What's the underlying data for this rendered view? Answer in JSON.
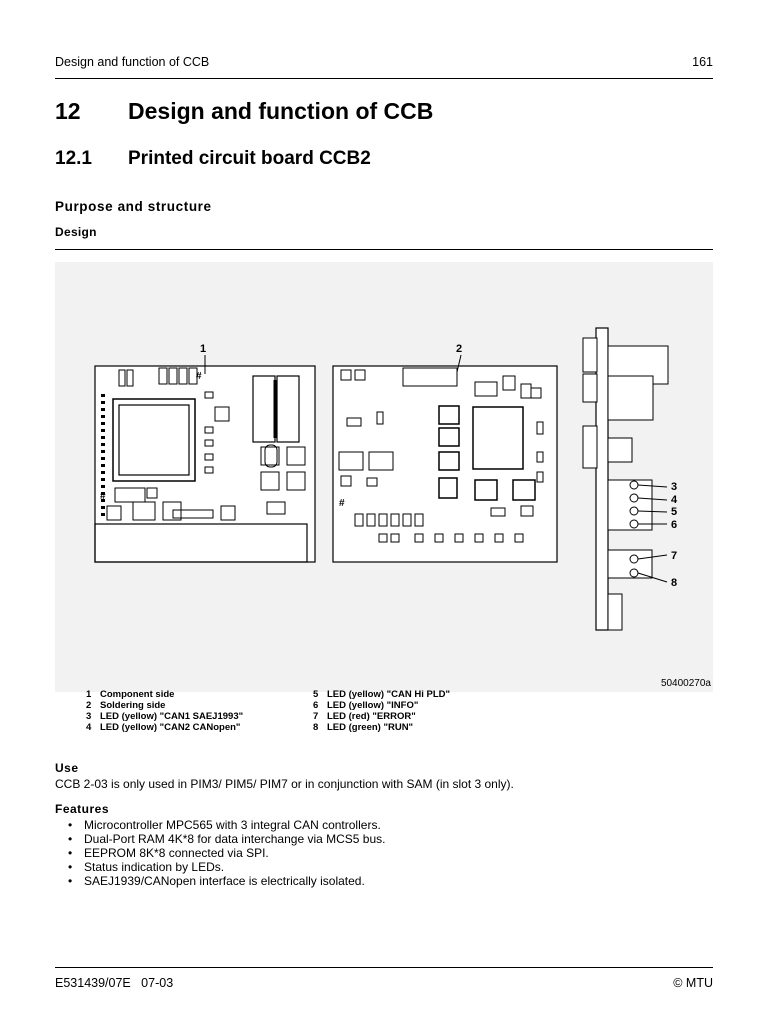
{
  "header": {
    "running_title": "Design and function of CCB",
    "page_number": "161"
  },
  "chapter": {
    "number": "12",
    "title": "Design and function of CCB"
  },
  "section": {
    "number": "12.1",
    "title": "Printed circuit board CCB2"
  },
  "subsection": "Purpose and structure",
  "subsubsection": "Design",
  "figure": {
    "callouts": [
      "1",
      "2",
      "3",
      "4",
      "5",
      "6",
      "7",
      "8"
    ],
    "figure_id": "50400270a",
    "legend": [
      {
        "num": "1",
        "text": "Component side"
      },
      {
        "num": "2",
        "text": "Soldering side"
      },
      {
        "num": "3",
        "text": "LED (yellow) \"CAN1 SAEJ1993\""
      },
      {
        "num": "4",
        "text": "LED (yellow) \"CAN2 CANopen\""
      },
      {
        "num": "5",
        "text": "LED (yellow) \"CAN Hi PLD\""
      },
      {
        "num": "6",
        "text": "LED (yellow) \"INFO\""
      },
      {
        "num": "7",
        "text": "LED (red) \"ERROR\""
      },
      {
        "num": "8",
        "text": "LED (green) \"RUN\""
      }
    ]
  },
  "use": {
    "title": "Use",
    "text": "CCB 2-03 is only used in PIM3/ PIM5/ PIM7 or in conjunction with SAM (in slot 3 only)."
  },
  "features": {
    "title": "Features",
    "items": [
      "Microcontroller MPC565 with 3 integral CAN controllers.",
      "Dual-Port RAM 4K*8 for data interchange via MCS5 bus.",
      "EEPROM 8K*8 connected via SPI.",
      "Status indication by LEDs.",
      "SAEJ1939/CANopen interface is electrically isolated."
    ]
  },
  "footer": {
    "doc_id": "E531439/07E   07-03",
    "copyright": "© MTU"
  }
}
